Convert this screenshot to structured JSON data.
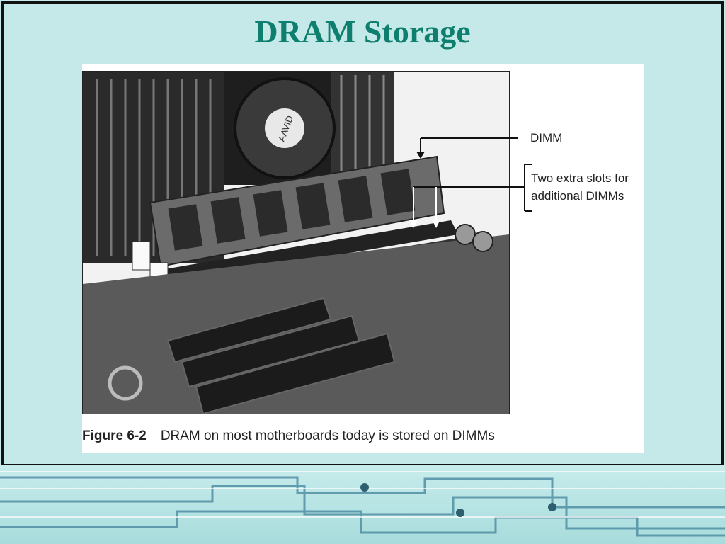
{
  "slide": {
    "title": "DRAM Storage"
  },
  "figure": {
    "callouts": {
      "dimm": "DIMM",
      "extra_slots_line1": "Two extra slots for",
      "extra_slots_line2": "additional DIMMs"
    },
    "caption": {
      "number": "Figure 6-2",
      "text": "DRAM on most motherboards today is stored on DIMMs"
    },
    "photo": {
      "fan_label": "AAVID"
    }
  },
  "colors": {
    "title": "#0e7f6f",
    "background": "#c5e8e9",
    "frame": "#111111"
  }
}
